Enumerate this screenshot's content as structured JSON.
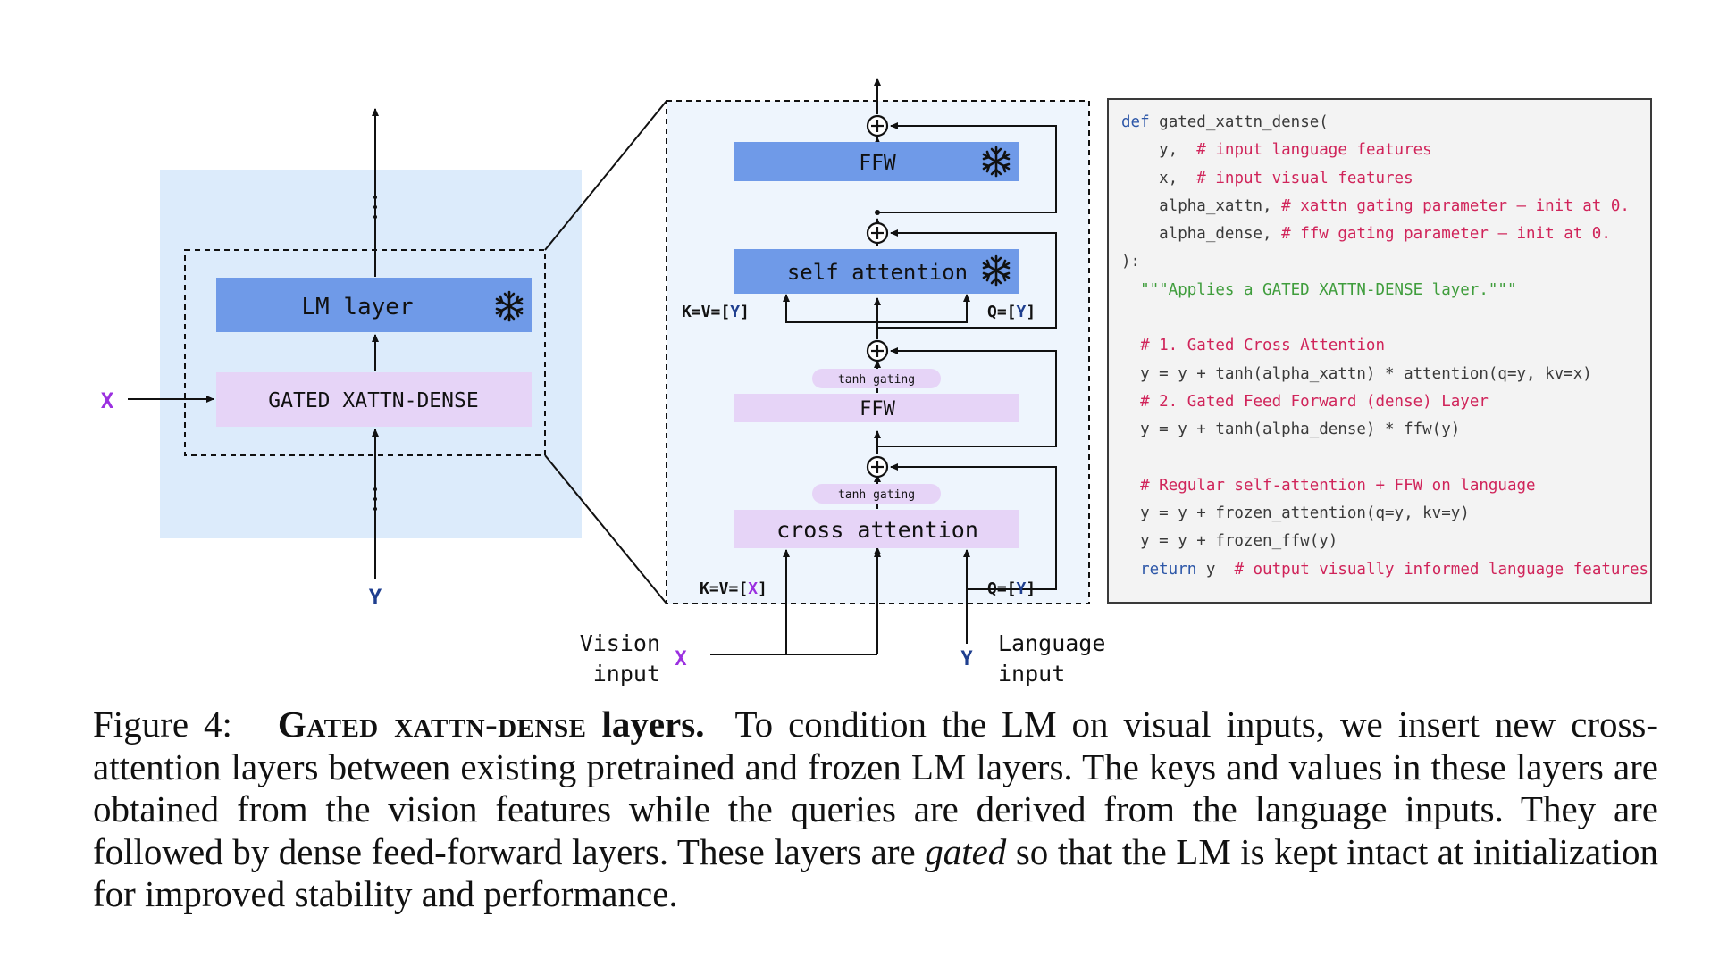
{
  "left_diagram": {
    "lm_layer": "LM layer",
    "gated_block": "GATED XATTN-DENSE",
    "input_x": "X",
    "input_y": "Y"
  },
  "right_diagram": {
    "ffw_frozen": "FFW",
    "self_attention": "self attention",
    "kv_y": {
      "prefix": "K=V=[",
      "var": "Y",
      "suffix": "]"
    },
    "q_y_top": {
      "prefix": "Q=[",
      "var": "Y",
      "suffix": "]"
    },
    "tanh_gating_1": "tanh gating",
    "ffw_gated": "FFW",
    "tanh_gating_2": "tanh gating",
    "cross_attention": "cross attention",
    "kv_x": {
      "prefix": "K=V=[",
      "var": "X",
      "suffix": "]"
    },
    "q_y_bottom": {
      "prefix": "Q=[",
      "var": "Y",
      "suffix": "]"
    },
    "vision_input": [
      "Vision",
      "input"
    ],
    "vision_var": "X",
    "language_var": "Y",
    "language_input": [
      "Language",
      "input"
    ]
  },
  "code": {
    "lines": [
      [
        {
          "t": "def ",
          "c": "kw"
        },
        {
          "t": "gated_xattn_dense(",
          "c": ""
        }
      ],
      [
        {
          "t": "    y,  ",
          "c": ""
        },
        {
          "t": "# input language features",
          "c": "cm"
        }
      ],
      [
        {
          "t": "    x,  ",
          "c": ""
        },
        {
          "t": "# input visual features",
          "c": "cm"
        }
      ],
      [
        {
          "t": "    alpha_xattn, ",
          "c": ""
        },
        {
          "t": "# xattn gating parameter – init at 0.",
          "c": "cm"
        }
      ],
      [
        {
          "t": "    alpha_dense, ",
          "c": ""
        },
        {
          "t": "# ffw gating parameter – init at 0.",
          "c": "cm"
        }
      ],
      [
        {
          "t": "):",
          "c": ""
        }
      ],
      [
        {
          "t": "  \"\"\"Applies a GATED XATTN-DENSE layer.\"\"\"",
          "c": "st"
        }
      ],
      [
        {
          "t": "",
          "c": ""
        }
      ],
      [
        {
          "t": "  # 1. Gated Cross Attention",
          "c": "cm"
        }
      ],
      [
        {
          "t": "  y = y + tanh(alpha_xattn) * attention(q=y, kv=x)",
          "c": ""
        }
      ],
      [
        {
          "t": "  # 2. Gated Feed Forward (dense) Layer",
          "c": "cm"
        }
      ],
      [
        {
          "t": "  y = y + tanh(alpha_dense) * ffw(y)",
          "c": ""
        }
      ],
      [
        {
          "t": "",
          "c": ""
        }
      ],
      [
        {
          "t": "  # Regular self-attention + FFW on language",
          "c": "cm"
        }
      ],
      [
        {
          "t": "  y = y + frozen_attention(q=y, kv=y)",
          "c": ""
        }
      ],
      [
        {
          "t": "  y = y + frozen_ffw(y)",
          "c": ""
        }
      ],
      [
        {
          "t": "  ",
          "c": ""
        },
        {
          "t": "return",
          "c": "kw"
        },
        {
          "t": " y  ",
          "c": ""
        },
        {
          "t": "# output visually informed language features",
          "c": "cm"
        }
      ]
    ]
  },
  "caption": {
    "figure_label": "Figure 4:",
    "title_sc": "Gated xattn-dense",
    "title_rest": "layers.",
    "text_1": "To condition the LM on visual inputs, we insert new cross-attention layers between existing pretrained and frozen LM layers. The keys and values in these layers are obtained from the vision features while the queries are derived from the language inputs. They are followed by dense feed-forward layers. These layers are",
    "text_em": "gated",
    "text_2": "so that the LM is kept intact at initialization for improved stability and performance."
  },
  "colors": {
    "frozen_block": "#6f9ae8",
    "gated_block": "#e6d4f7",
    "left_bg": "#dcebfb",
    "right_bg": "#eef5fd",
    "x_var": "#9b30e0",
    "y_var": "#1f3f8f"
  },
  "icons": [
    "snowflake-icon",
    "plus-circle-icon",
    "arrow-icon"
  ]
}
